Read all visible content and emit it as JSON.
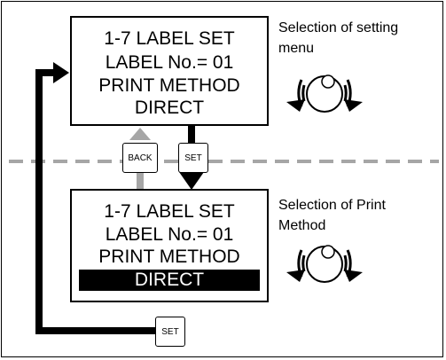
{
  "screen1": {
    "lines": [
      "1-7 LABEL SET",
      "LABEL No.= 01",
      "PRINT METHOD",
      "DIRECT"
    ]
  },
  "screen2": {
    "lines": [
      "1-7 LABEL SET",
      "LABEL No.= 01",
      "PRINT METHOD",
      "DIRECT"
    ],
    "highlighted_line_index": 3
  },
  "captions": {
    "top": [
      "Selection of setting",
      "menu"
    ],
    "bottom": [
      "Selection of Print",
      "Method"
    ]
  },
  "buttons": {
    "back": "BACK",
    "set_middle": "SET",
    "set_bottom": "SET"
  },
  "dial_icon": "rotary-dial-icon",
  "colors": {
    "arrow_dark": "#000000",
    "arrow_light": "#a6a6a6",
    "divider": "#a6a6a6",
    "highlight_bg": "#000000",
    "highlight_text": "#ffffff"
  }
}
